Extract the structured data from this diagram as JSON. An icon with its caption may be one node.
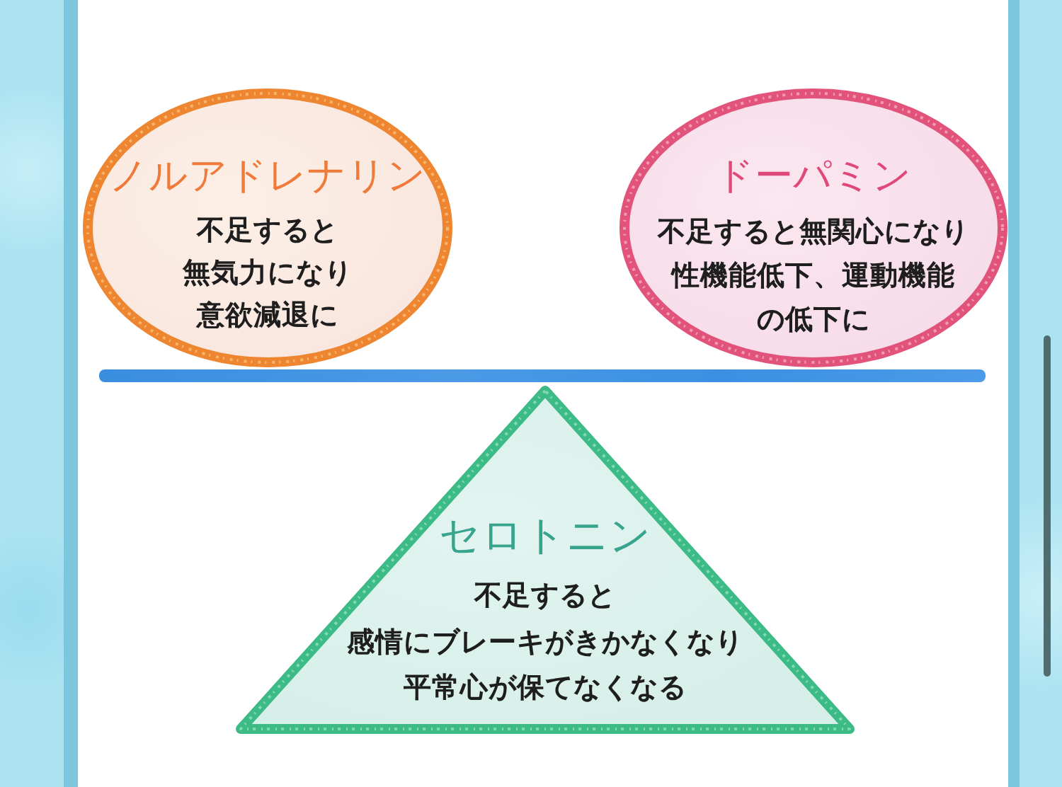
{
  "diagram": {
    "nodes": [
      {
        "text": [
          "ノルアドレナリン",
          "不足すると無気力になり意欲減退に"
        ]
      },
      {
        "text": [
          "ドーパミン",
          "不足すると無関心になり性機能低下、運動機能の低下に"
        ]
      },
      {
        "text": [
          "セロトニン",
          "不足すると感情にブレーキがきかなくなり平常心が保てなくなる"
        ]
      }
    ]
  }
}
